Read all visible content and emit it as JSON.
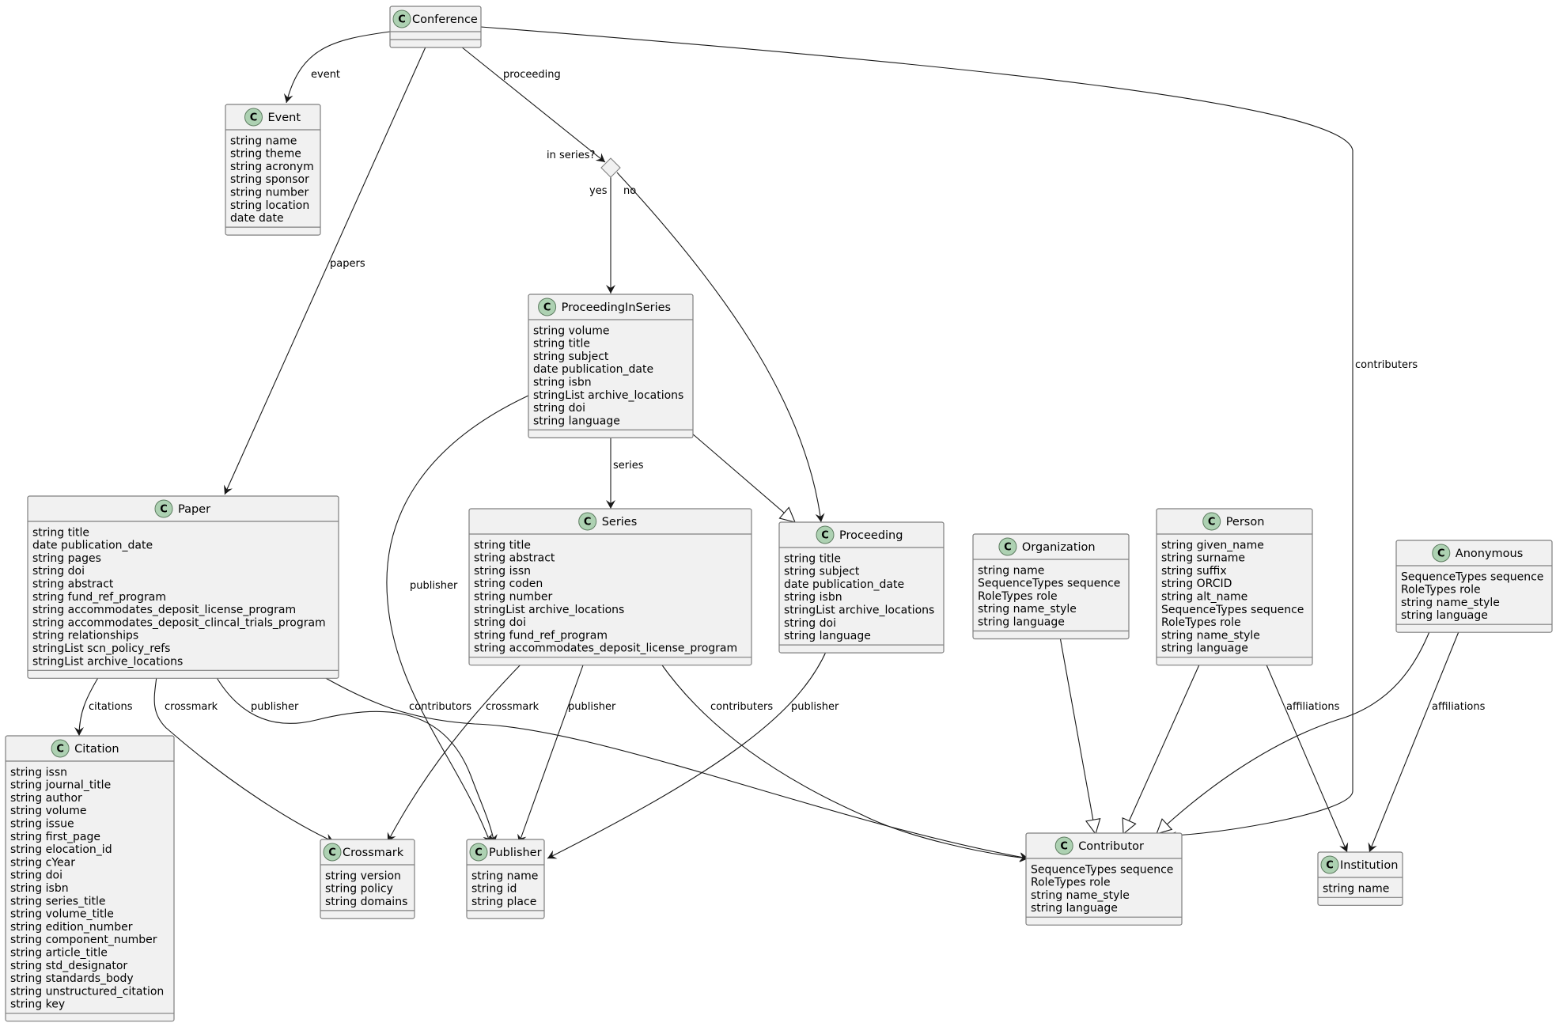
{
  "diagram": {
    "type": "uml-class-diagram",
    "classes": [
      {
        "id": "conference",
        "name": "Conference",
        "fields": []
      },
      {
        "id": "event",
        "name": "Event",
        "fields": [
          "string name",
          "string theme",
          "string acronym",
          "string sponsor",
          "string number",
          "string location",
          "date date"
        ]
      },
      {
        "id": "proceedinginseries",
        "name": "ProceedingInSeries",
        "fields": [
          "string volume",
          "string title",
          "string subject",
          "date publication_date",
          "string isbn",
          "stringList archive_locations",
          "string doi",
          "string language"
        ]
      },
      {
        "id": "paper",
        "name": "Paper",
        "fields": [
          "string title",
          "date publication_date",
          "string pages",
          "string doi",
          "string abstract",
          "string fund_ref_program",
          "string accommodates_deposit_license_program",
          "string accommodates_deposit_clincal_trials_program",
          "string relationships",
          "stringList scn_policy_refs",
          "stringList archive_locations"
        ]
      },
      {
        "id": "series",
        "name": "Series",
        "fields": [
          "string title",
          "string abstract",
          "string issn",
          "string coden",
          "string number",
          "stringList archive_locations",
          "string doi",
          "string fund_ref_program",
          "string accommodates_deposit_license_program"
        ]
      },
      {
        "id": "proceeding",
        "name": "Proceeding",
        "fields": [
          "string title",
          "string subject",
          "date publication_date",
          "string isbn",
          "stringList archive_locations",
          "string doi",
          "string language"
        ]
      },
      {
        "id": "organization",
        "name": "Organization",
        "fields": [
          "string name",
          "SequenceTypes sequence",
          "RoleTypes role",
          "string name_style",
          "string language"
        ]
      },
      {
        "id": "person",
        "name": "Person",
        "fields": [
          "string given_name",
          "string surname",
          "string suffix",
          "string ORCID",
          "string alt_name",
          "SequenceTypes sequence",
          "RoleTypes role",
          "string name_style",
          "string language"
        ]
      },
      {
        "id": "anonymous",
        "name": "Anonymous",
        "fields": [
          "SequenceTypes sequence",
          "RoleTypes role",
          "string name_style",
          "string language"
        ]
      },
      {
        "id": "citation",
        "name": "Citation",
        "fields": [
          "string issn",
          "string journal_title",
          "string author",
          "string volume",
          "string issue",
          "string first_page",
          "string elocation_id",
          "string cYear",
          "string doi",
          "string isbn",
          "string series_title",
          "string volume_title",
          "string edition_number",
          "string component_number",
          "string article_title",
          "string std_designator",
          "string standards_body",
          "string unstructured_citation",
          "string key"
        ]
      },
      {
        "id": "crossmark",
        "name": "Crossmark",
        "fields": [
          "string version",
          "string policy",
          "string domains"
        ]
      },
      {
        "id": "publisher",
        "name": "Publisher",
        "fields": [
          "string name",
          "string id",
          "string place"
        ]
      },
      {
        "id": "contributor",
        "name": "Contributor",
        "fields": [
          "SequenceTypes sequence",
          "RoleTypes role",
          "string name_style",
          "string language"
        ]
      },
      {
        "id": "institution",
        "name": "Institution",
        "fields": [
          "string name"
        ]
      }
    ],
    "decision": {
      "label": "in series?",
      "yes_label": "yes",
      "no_label": "no"
    },
    "edges": [
      {
        "id": "conf-event",
        "from": "Conference",
        "to": "Event",
        "label": "event",
        "kind": "association"
      },
      {
        "id": "conf-decision",
        "from": "Conference",
        "to": "in series?",
        "label": "proceeding",
        "kind": "association"
      },
      {
        "id": "conf-paper",
        "from": "Conference",
        "to": "Paper",
        "label": "papers",
        "kind": "association"
      },
      {
        "id": "conf-contributor",
        "from": "Conference",
        "to": "Contributor",
        "label": "contributers",
        "kind": "association"
      },
      {
        "id": "decision-pis",
        "from": "in series?",
        "to": "ProceedingInSeries",
        "label": "yes",
        "kind": "association"
      },
      {
        "id": "decision-proceeding",
        "from": "in series?",
        "to": "Proceeding",
        "label": "no",
        "kind": "association"
      },
      {
        "id": "pis-series",
        "from": "ProceedingInSeries",
        "to": "Series",
        "label": "series",
        "kind": "association"
      },
      {
        "id": "pis-proceeding",
        "from": "ProceedingInSeries",
        "to": "Proceeding",
        "label": "",
        "kind": "inheritance"
      },
      {
        "id": "pis-publisher",
        "from": "ProceedingInSeries",
        "to": "Publisher",
        "label": "publisher",
        "kind": "association"
      },
      {
        "id": "paper-citation",
        "from": "Paper",
        "to": "Citation",
        "label": "citations",
        "kind": "association"
      },
      {
        "id": "paper-crossmark",
        "from": "Paper",
        "to": "Crossmark",
        "label": "crossmark",
        "kind": "association"
      },
      {
        "id": "paper-publisher",
        "from": "Paper",
        "to": "Publisher",
        "label": "publisher",
        "kind": "association"
      },
      {
        "id": "paper-contributor",
        "from": "Paper",
        "to": "Contributor",
        "label": "contributors",
        "kind": "association"
      },
      {
        "id": "series-crossmark",
        "from": "Series",
        "to": "Crossmark",
        "label": "crossmark",
        "kind": "association"
      },
      {
        "id": "series-publisher",
        "from": "Series",
        "to": "Publisher",
        "label": "publisher",
        "kind": "association"
      },
      {
        "id": "series-contributor",
        "from": "Series",
        "to": "Contributor",
        "label": "contributers",
        "kind": "association"
      },
      {
        "id": "proceeding-publisher",
        "from": "Proceeding",
        "to": "Publisher",
        "label": "publisher",
        "kind": "association"
      },
      {
        "id": "org-contributor",
        "from": "Organization",
        "to": "Contributor",
        "label": "",
        "kind": "inheritance"
      },
      {
        "id": "person-contributor",
        "from": "Person",
        "to": "Contributor",
        "label": "",
        "kind": "inheritance"
      },
      {
        "id": "person-institution",
        "from": "Person",
        "to": "Institution",
        "label": "affiliations",
        "kind": "association"
      },
      {
        "id": "anon-contributor",
        "from": "Anonymous",
        "to": "Contributor",
        "label": "",
        "kind": "inheritance"
      },
      {
        "id": "anon-institution",
        "from": "Anonymous",
        "to": "Institution",
        "label": "affiliations",
        "kind": "association"
      }
    ]
  }
}
